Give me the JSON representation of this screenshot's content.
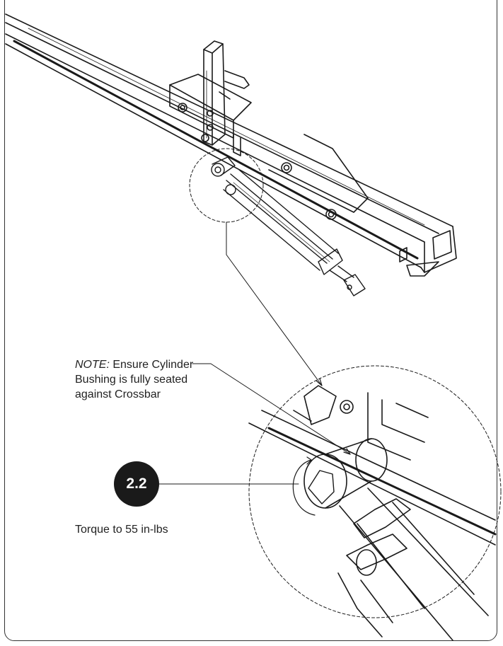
{
  "step": {
    "number": "2.2",
    "instruction": "Torque to 55 in-lbs"
  },
  "note": {
    "prefix": "NOTE:",
    "line1": "Ensure Cylinder",
    "line2": "Bushing is fully seated",
    "line3": "against Crossbar"
  },
  "colors": {
    "ink": "#1a1a1a",
    "line": "#333333",
    "badge": "#1a1a1a"
  }
}
